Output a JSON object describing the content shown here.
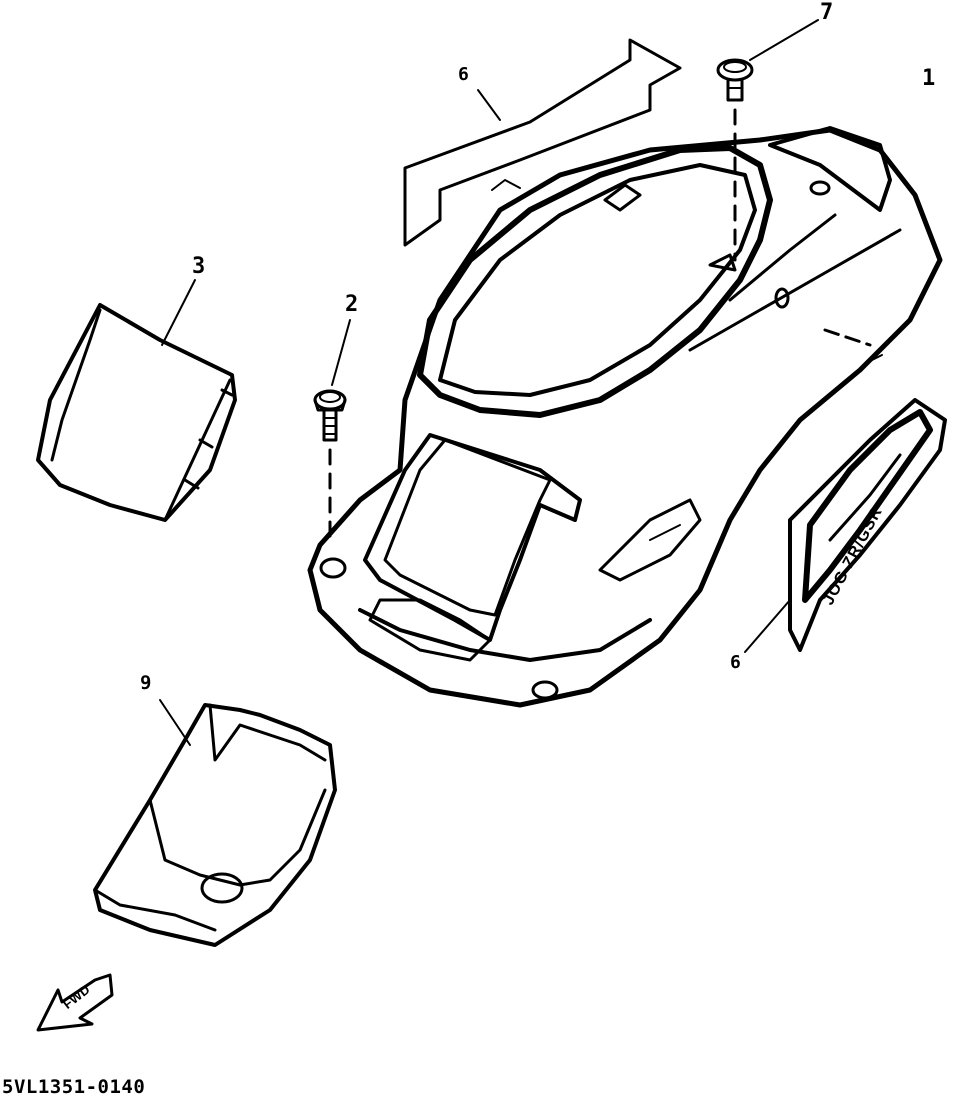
{
  "diagram": {
    "callouts": {
      "c1": "1",
      "c2": "2",
      "c3": "3",
      "c6a": "6",
      "c6b": "6",
      "c7": "7",
      "c9": "9"
    },
    "part_code": "5VL1351-0140",
    "fwd_arrow_label": "FWD",
    "decal_text": "JOG ZR/GSR"
  }
}
